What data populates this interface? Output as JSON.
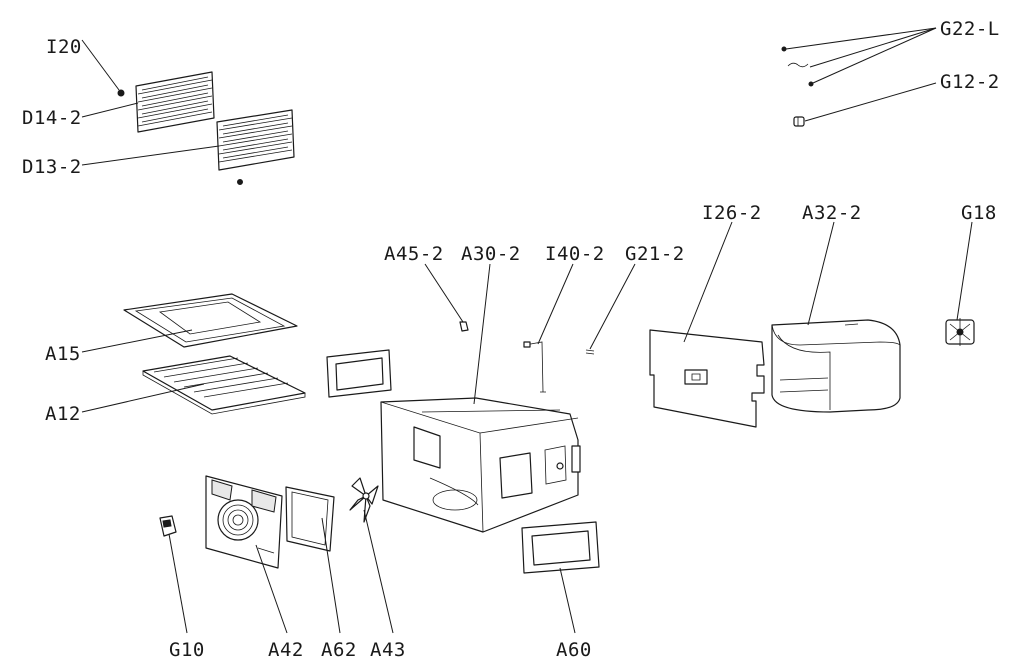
{
  "labels": {
    "I20": "I20",
    "D14_2": "D14-2",
    "D13_2": "D13-2",
    "G22_L": "G22-L",
    "G12_2": "G12-2",
    "I26_2": "I26-2",
    "A32_2": "A32-2",
    "G18": "G18",
    "A45_2": "A45-2",
    "A30_2": "A30-2",
    "I40_2": "I40-2",
    "G21_2": "G21-2",
    "A15": "A15",
    "A12": "A12",
    "G10": "G10",
    "A42": "A42",
    "A62": "A62",
    "A43": "A43",
    "A60": "A60"
  }
}
